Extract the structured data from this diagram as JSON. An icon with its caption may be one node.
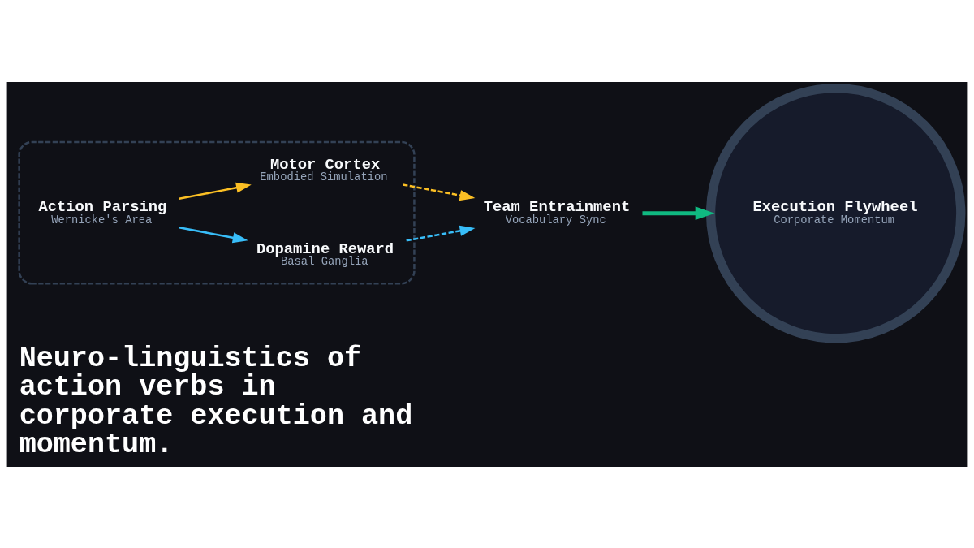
{
  "diagram": {
    "title": "Neuro-linguistics of action verbs in corporate execution and momentum.",
    "nodes": [
      {
        "text": [],
        "shape": "ellipse"
      },
      {
        "text": [
          "Motor Cortex",
          "Embodied Simulation"
        ],
        "in": 0
      },
      {
        "text": [
          "Action Parsing",
          "Wernicke's Area"
        ],
        "in": 0
      },
      {
        "text": [
          "Dopamine Reward",
          "Basal Ganglia"
        ],
        "in": 0
      },
      {
        "text": [
          "Team Entrainment",
          "Vocabulary Sync"
        ]
      },
      {
        "text": [
          "Execution Flywheel",
          "Corporate Momentum"
        ]
      }
    ],
    "edges": [
      {
        "from": 2,
        "to": 1,
        "arrow": "to",
        "color": "#fbbf24"
      },
      {
        "from": 1,
        "to": 4,
        "arrow": "to",
        "style": "dashed",
        "color": "#fbbf24"
      },
      {
        "from": 2,
        "to": 3,
        "arrow": "to",
        "color": "#38bdf8"
      },
      {
        "from": 3,
        "to": 4,
        "arrow": "to",
        "style": "dashed",
        "color": "#38bdf8"
      },
      {
        "from": 4,
        "to": 5,
        "arrow": "to",
        "style": "thick",
        "color": "#10b981"
      }
    ]
  }
}
